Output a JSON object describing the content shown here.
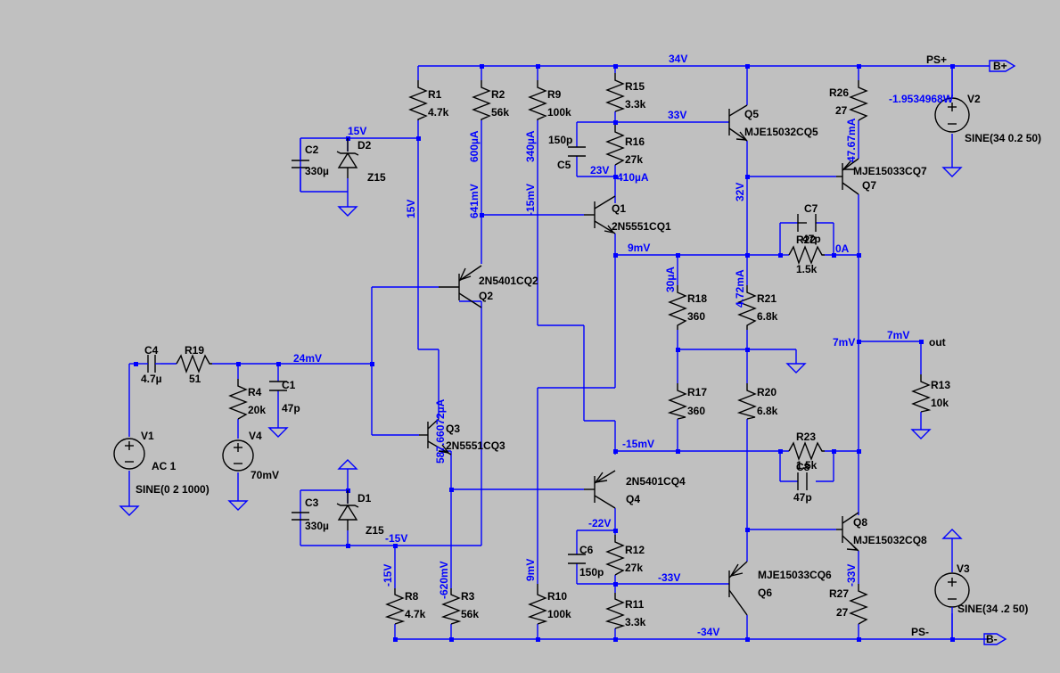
{
  "colors": {
    "background": "#c0c0c0",
    "wire": "#0000ff",
    "component": "#000000",
    "net_label": "#0000ff"
  },
  "nets": {
    "34V": "34V",
    "33V": "33V",
    "23V": "23V",
    "15V": "15V",
    "15V_v": "15V",
    "641mV": "641mV",
    "m15mV_v": "-15mV",
    "32V": "32V",
    "9mV": "9mV",
    "0A": "0A",
    "24mV": "24mV",
    "7mV_a": "7mV",
    "7mV_b": "7mV",
    "m15mV": "-15mV",
    "m22V": "-22V",
    "m33V": "-33V",
    "m15V": "-15V",
    "m15V_v": "-15V",
    "m620mV": "-620mV",
    "9mV_v": "9mV",
    "m33V_v": "-33V",
    "m34V": "-34V",
    "1_95W": "-1.9534968W"
  },
  "currents": {
    "600uA": "600µA",
    "340uA": "340µA",
    "410uA": "410µA",
    "47_67mA": "47.67mA",
    "30uA": "30µA",
    "4_72mA": "4.72mA",
    "587uA": "587.66072µA"
  },
  "ports": {
    "ps_plus": "PS+",
    "b_plus": "B+",
    "ps_minus": "PS-",
    "b_minus": "B-",
    "out": "out"
  },
  "resistors": [
    {
      "name": "R1",
      "value": "4.7k"
    },
    {
      "name": "R2",
      "value": "56k"
    },
    {
      "name": "R9",
      "value": "100k"
    },
    {
      "name": "R15",
      "value": "3.3k"
    },
    {
      "name": "R16",
      "value": "27k"
    },
    {
      "name": "R26",
      "value": "27"
    },
    {
      "name": "R22",
      "value": "1.5k"
    },
    {
      "name": "R18",
      "value": "360"
    },
    {
      "name": "R21",
      "value": "6.8k"
    },
    {
      "name": "R13",
      "value": "10k"
    },
    {
      "name": "R17",
      "value": "360"
    },
    {
      "name": "R20",
      "value": "6.8k"
    },
    {
      "name": "R23",
      "value": "1.5k"
    },
    {
      "name": "R19",
      "value": "51"
    },
    {
      "name": "R4",
      "value": "20k"
    },
    {
      "name": "R12",
      "value": "27k"
    },
    {
      "name": "R11",
      "value": "3.3k"
    },
    {
      "name": "R8",
      "value": "4.7k"
    },
    {
      "name": "R3",
      "value": "56k"
    },
    {
      "name": "R10",
      "value": "100k"
    },
    {
      "name": "R27",
      "value": "27"
    }
  ],
  "capacitors": [
    {
      "name": "C2",
      "value": "330µ"
    },
    {
      "name": "C5",
      "value": "150p"
    },
    {
      "name": "C7",
      "value": "47p"
    },
    {
      "name": "C4",
      "value": "4.7µ"
    },
    {
      "name": "C1",
      "value": "47p"
    },
    {
      "name": "C3",
      "value": "330µ"
    },
    {
      "name": "C6",
      "value": "150p"
    },
    {
      "name": "C8",
      "value": "47p"
    }
  ],
  "diodes": [
    {
      "name": "D2",
      "value": "Z15"
    },
    {
      "name": "D1",
      "value": "Z15"
    }
  ],
  "transistors": [
    {
      "name": "Q1",
      "model": "2N5551CQ1"
    },
    {
      "name": "Q2",
      "model": "2N5401CQ2"
    },
    {
      "name": "Q3",
      "model": "2N5551CQ3"
    },
    {
      "name": "Q4",
      "model": "2N5401CQ4"
    },
    {
      "name": "Q5",
      "model": "MJE15032CQ5"
    },
    {
      "name": "Q7",
      "model": "MJE15033CQ7"
    },
    {
      "name": "Q6",
      "model": "MJE15033CQ6"
    },
    {
      "name": "Q8",
      "model": "MJE15032CQ8"
    }
  ],
  "sources": [
    {
      "name": "V1",
      "line1": "AC 1",
      "line2": "SINE(0 2 1000)"
    },
    {
      "name": "V4",
      "value": "70mV"
    },
    {
      "name": "V2",
      "value": "SINE(34 0.2 50)"
    },
    {
      "name": "V3",
      "value": "SINE(34 .2 50)"
    }
  ]
}
